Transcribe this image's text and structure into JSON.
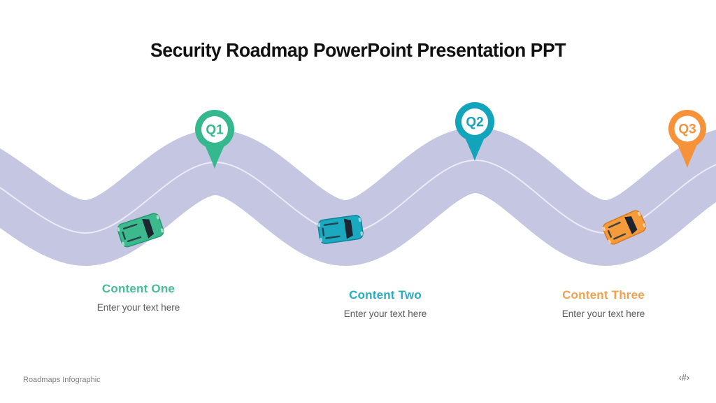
{
  "slide_title": "Security Roadmap PowerPoint Presentation PPT",
  "milestones": [
    {
      "pin_label": "Q1",
      "content_title": "Content One",
      "content_placeholder": "Enter your text here",
      "accent_color": "#35B88D"
    },
    {
      "pin_label": "Q2",
      "content_title": "Content Two",
      "content_placeholder": "Enter your text here",
      "accent_color": "#12A4BA"
    },
    {
      "pin_label": "Q3",
      "content_title": "Content Three",
      "content_placeholder": "Enter your text here",
      "accent_color": "#F6923A"
    }
  ],
  "road": {
    "color": "#C5C6E2",
    "center_line_color": "#FFFFFF"
  },
  "cars": [
    {
      "name": "green-car",
      "color": "#3CBA8E"
    },
    {
      "name": "teal-car",
      "color": "#1AA9BE"
    },
    {
      "name": "orange-car",
      "color": "#F59B3C"
    }
  ],
  "footer": {
    "left_text": "Roadmaps Infographic",
    "page_number": "‹#›"
  },
  "text_colors": {
    "title": "#111111",
    "content_one": "#45BD9A",
    "content_two": "#25ADC3",
    "content_three": "#F0A14F",
    "placeholder": "#595959",
    "footer": "#7F7F7F"
  }
}
